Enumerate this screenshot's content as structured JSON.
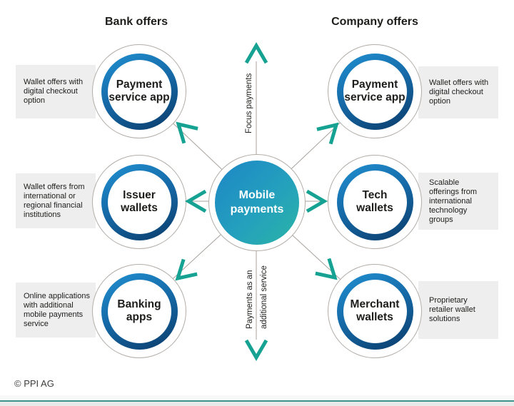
{
  "header": {
    "bank_title": "Bank offers",
    "company_title": "Company offers"
  },
  "center": {
    "label": "Mobile\npayments"
  },
  "axes": {
    "up_label": "Focus payments",
    "down_label_line1": "Payments as an",
    "down_label_line2": "additional service"
  },
  "nodes": [
    {
      "id": "payment-service-app-bank",
      "side": "bank",
      "label": "Payment\nservice app",
      "description": "Wallet offers with\ndigital checkout\noption"
    },
    {
      "id": "issuer-wallets",
      "side": "bank",
      "label": "Issuer\nwallets",
      "description": "Wallet offers from\ninternational or\nregional financial\ninstitutions"
    },
    {
      "id": "banking-apps",
      "side": "bank",
      "label": "Banking\napps",
      "description": "Online applications\nwith additional\nmobile payments\nservice"
    },
    {
      "id": "payment-service-app-company",
      "side": "company",
      "label": "Payment\nservice app",
      "description": "Wallet offers with\ndigital checkout\noption"
    },
    {
      "id": "tech-wallets",
      "side": "company",
      "label": "Tech\nwallets",
      "description": "Scalable\nofferings from\ninternational\ntechnology\ngroups"
    },
    {
      "id": "merchant-wallets",
      "side": "company",
      "label": "Merchant\nwallets",
      "description": "Proprietary\nretailer wallet\nsolutions"
    }
  ],
  "footer": {
    "copyright": "© PPI AG"
  },
  "colors": {
    "accent_teal": "#16a293",
    "line_gray": "#a7a29c",
    "circle_outline": "#b2ada8",
    "box_gray": "#eeeeee",
    "text_dark": "#1d1d1b",
    "ring_blue_light": "#2191d2",
    "ring_blue_dark": "#0c4273",
    "center_blue": "#1d86c6",
    "center_teal": "#2bb4a6",
    "footer_line": "#3f938a",
    "footer_gray": "#e7eae9"
  }
}
